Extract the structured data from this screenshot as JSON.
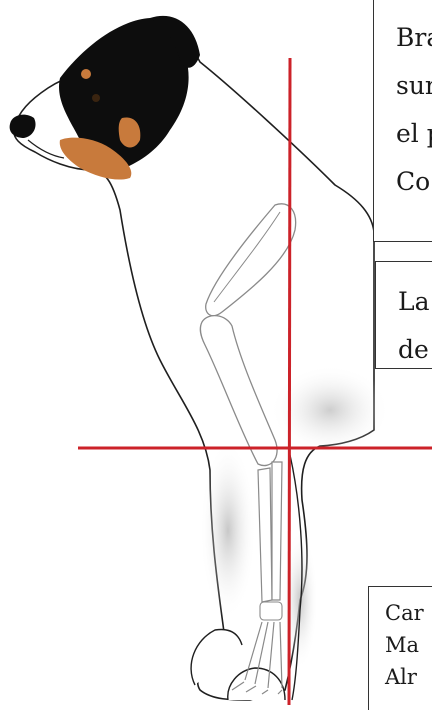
{
  "labels": {
    "box1": [
      "Bra",
      "sur",
      "el p",
      "Co"
    ],
    "box2": [
      "La",
      "de"
    ],
    "box3": [
      "Car",
      "Ma",
      "Alr"
    ]
  },
  "colors": {
    "guide_line": "#cc2229",
    "outline": "#1f1f1f",
    "black_patch": "#0d0d0d",
    "tan_patch": "#c87a3c",
    "bone_fill": "#ffffff",
    "bone_outline": "#8a8a8a",
    "shadow": "#d2d2d2"
  },
  "icons": {
    "illustration": "dog-skeleton-overlay"
  }
}
